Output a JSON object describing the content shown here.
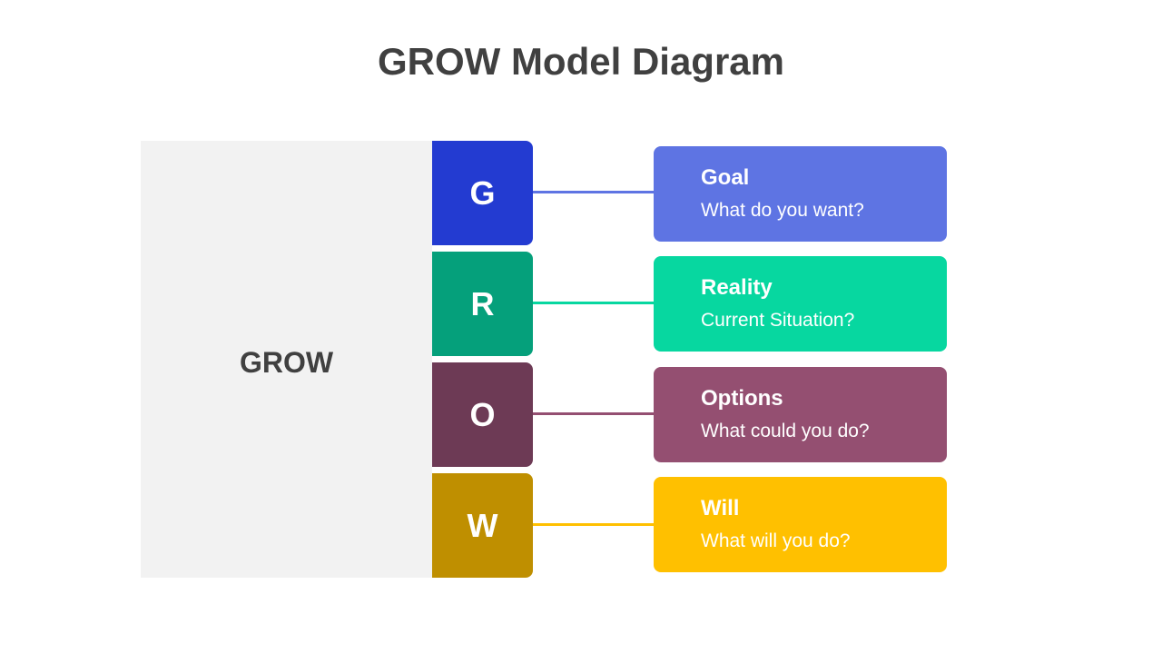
{
  "title": "GROW Model Diagram",
  "center_label": "GROW",
  "steps": [
    {
      "letter": "G",
      "heading": "Goal",
      "description": "What do you want?",
      "tile_color": "#233bd1",
      "card_color": "#5e74e3",
      "line_color": "#5e74e3"
    },
    {
      "letter": "R",
      "heading": "Reality",
      "description": "Current Situation?",
      "tile_color": "#05a07b",
      "card_color": "#07d7a0",
      "line_color": "#07d7a0"
    },
    {
      "letter": "O",
      "heading": "Options",
      "description": "What could you do?",
      "tile_color": "#6d3a55",
      "card_color": "#944f71",
      "line_color": "#944f71"
    },
    {
      "letter": "W",
      "heading": "Will",
      "description": "What will you do?",
      "tile_color": "#bf8f00",
      "card_color": "#ffc000",
      "line_color": "#ffc000"
    }
  ]
}
